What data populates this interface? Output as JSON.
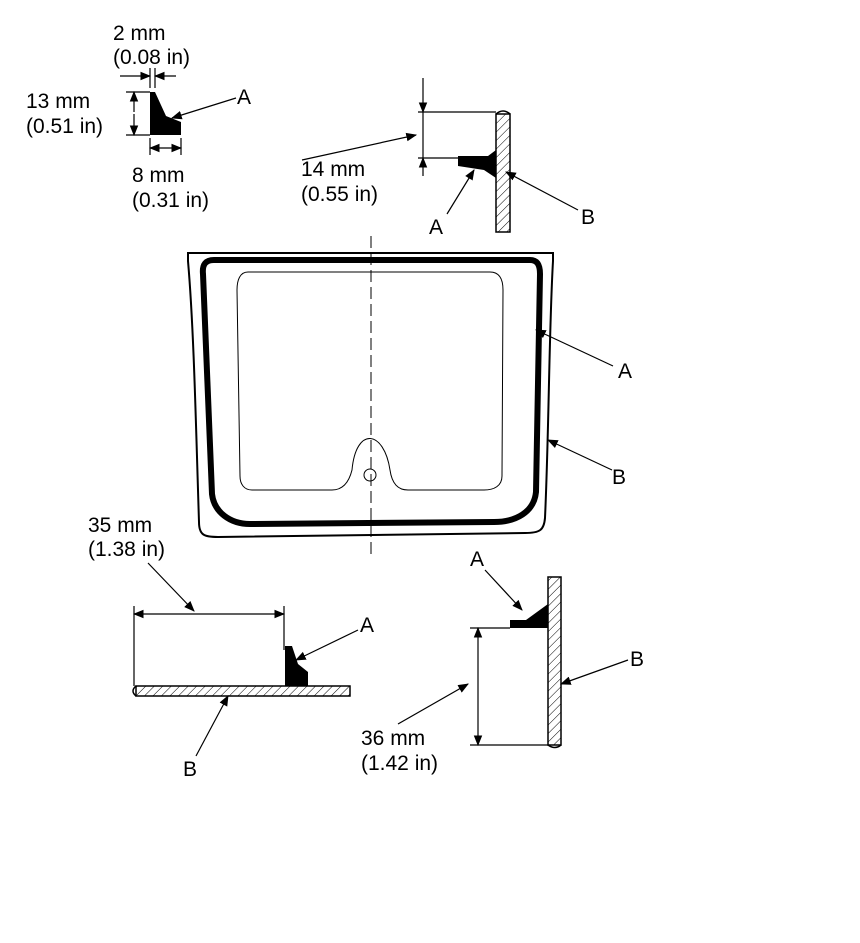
{
  "detail_top_left": {
    "dim_thickness_mm": "2 mm",
    "dim_thickness_in": "(0.08 in)",
    "dim_height_mm": "13 mm",
    "dim_height_in": "(0.51 in)",
    "dim_width_mm": "8 mm",
    "dim_width_in": "(0.31 in)",
    "label_a": "A"
  },
  "detail_top_right": {
    "dim_mm": "14 mm",
    "dim_in": "(0.55 in)",
    "label_a": "A",
    "label_b": "B"
  },
  "main_view": {
    "label_a": "A",
    "label_b": "B"
  },
  "detail_bottom_left": {
    "dim_mm": "35 mm",
    "dim_in": "(1.38 in)",
    "label_a": "A",
    "label_b": "B"
  },
  "detail_bottom_right": {
    "dim_mm": "36 mm",
    "dim_in": "(1.42 in)",
    "label_a": "A",
    "label_b": "B"
  }
}
